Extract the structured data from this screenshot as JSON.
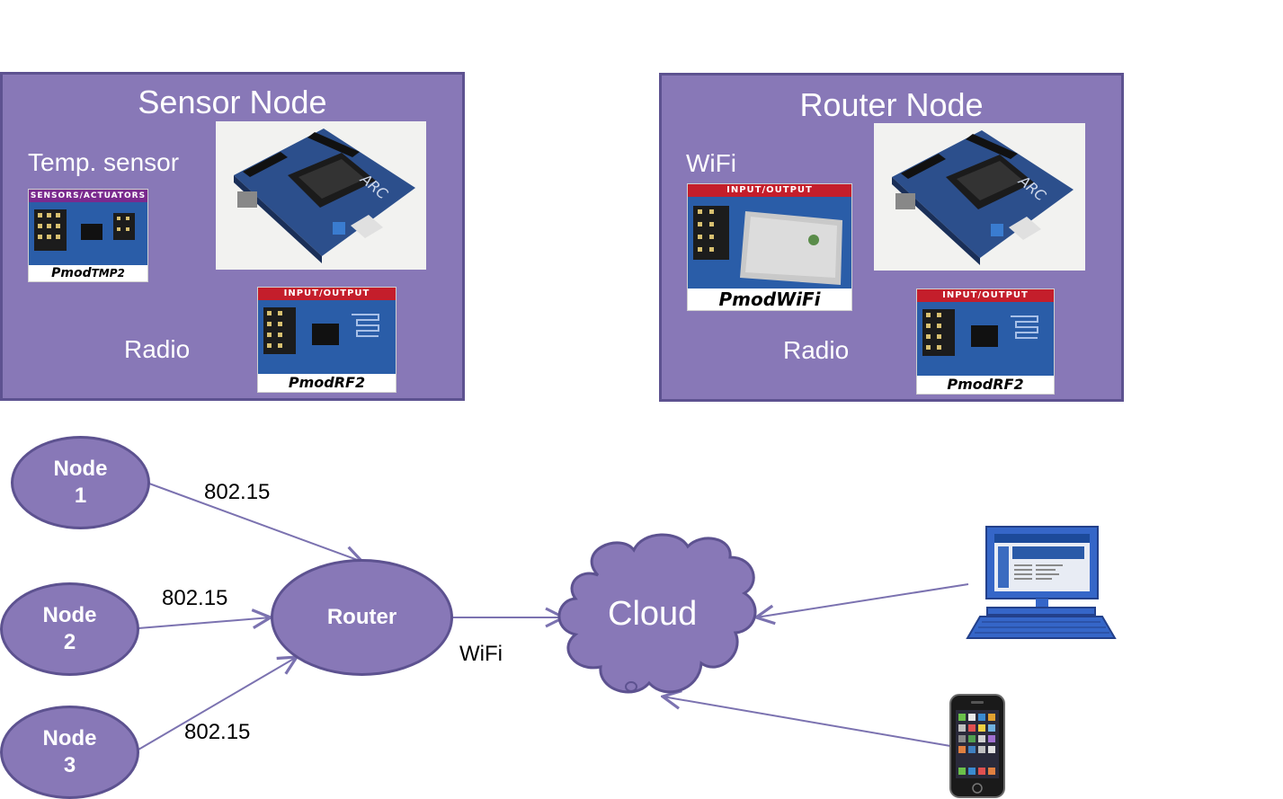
{
  "colors": {
    "panel": "#8878b7",
    "panel_border": "#5d5290",
    "edge": "#7b72b0",
    "text_light": "#ffffff"
  },
  "sensor_node": {
    "title": "Sensor Node",
    "temp_label": "Temp. sensor",
    "radio_label": "Radio",
    "tmp2_card": {
      "banner": "SENSORS/ACTUATORS",
      "footer_prefix": "Pmod",
      "footer_suffix": "TMP2",
      "icon": "pmod-tmp2-module"
    },
    "rf2_card": {
      "banner": "INPUT/OUTPUT",
      "footer_prefix": "Pmod",
      "footer_suffix": "RF2",
      "icon": "pmod-rf2-module"
    },
    "board_icon": "arc-dev-board"
  },
  "router_node": {
    "title": "Router Node",
    "wifi_label": "WiFi",
    "radio_label": "Radio",
    "wifi_card": {
      "banner": "INPUT/OUTPUT",
      "footer_prefix": "Pmod",
      "footer_suffix": "WiFi",
      "icon": "pmod-wifi-module"
    },
    "rf2_card": {
      "banner": "INPUT/OUTPUT",
      "footer_prefix": "Pmod",
      "footer_suffix": "RF2",
      "icon": "pmod-rf2-module"
    },
    "board_icon": "arc-dev-board"
  },
  "network": {
    "nodes": [
      {
        "line1": "Node",
        "line2": "1"
      },
      {
        "line1": "Node",
        "line2": "2"
      },
      {
        "line1": "Node",
        "line2": "3"
      }
    ],
    "router_label": "Router",
    "cloud_label": "Cloud",
    "edge_labels": {
      "n1": "802.15",
      "n2": "802.15",
      "n3": "802.15",
      "wifi": "WiFi"
    },
    "devices": {
      "computer_icon": "desktop-computer-icon",
      "phone_icon": "smartphone-icon"
    }
  }
}
